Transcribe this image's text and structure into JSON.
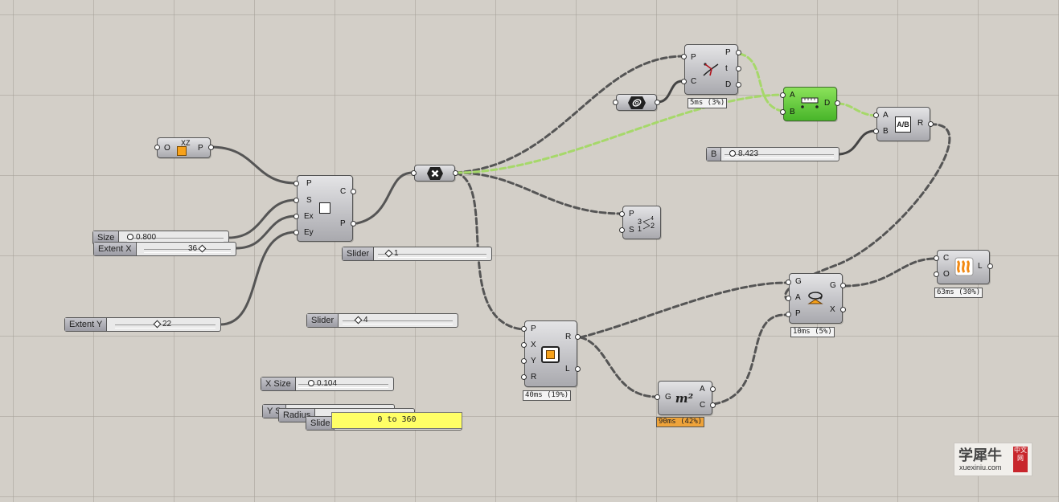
{
  "canvas": {
    "background": "#d3cfc8",
    "wire_color": "#555555",
    "selected_wire_color": "#a6d86a"
  },
  "plane": {
    "left": "O",
    "right": "P",
    "label": "XZ"
  },
  "rect": {
    "inputs": [
      "P",
      "S",
      "Ex",
      "Ey"
    ],
    "outputs": [
      "C",
      "P"
    ]
  },
  "sliders": {
    "size": {
      "label": "Size",
      "value": "0.800"
    },
    "extent_x": {
      "label": "Extent X",
      "value": "36"
    },
    "extent_y": {
      "label": "Extent Y",
      "value": "22"
    },
    "slider_a": {
      "label": "Slider",
      "value": "1"
    },
    "slider_b": {
      "label": "Slider",
      "value": "4"
    },
    "b": {
      "label": "B",
      "value": "8.423"
    },
    "x_size": {
      "label": "X Size",
      "value": "0.104"
    },
    "y_size": {
      "label": "Y S"
    },
    "radius": {
      "label": "Radius"
    },
    "slider_c": {
      "label": "Slide"
    }
  },
  "panel": {
    "text": "0 to 360"
  },
  "curve_closest": {
    "inputs": [
      "P",
      "C"
    ],
    "outputs": [
      "P",
      "t",
      "D"
    ],
    "time": "5ms (3%)"
  },
  "distance": {
    "inputs": [
      "A",
      "B"
    ],
    "outputs": [
      "D"
    ]
  },
  "division": {
    "inputs": [
      "A",
      "B"
    ],
    "outputs": [
      "R"
    ]
  },
  "shift": {
    "inputs": [
      "P",
      "S"
    ]
  },
  "hex_grid": {
    "inputs": [
      "P",
      "X",
      "Y",
      "R"
    ],
    "outputs": [
      "R",
      "L"
    ],
    "time": "40ms (19%)"
  },
  "area": {
    "input": "G",
    "outputs": [
      "A",
      "C"
    ],
    "symbol": "m²",
    "time": "90ms (42%)"
  },
  "rotate": {
    "inputs": [
      "G",
      "A",
      "P"
    ],
    "outputs": [
      "G",
      "X"
    ],
    "time": "10ms (5%)"
  },
  "loft": {
    "inputs": [
      "C",
      "O"
    ],
    "outputs": [
      "L"
    ],
    "time": "63ms (30%)"
  },
  "watermark": {
    "main": "学犀牛",
    "sub": "xuexiniu.com",
    "badge": "中文网"
  }
}
